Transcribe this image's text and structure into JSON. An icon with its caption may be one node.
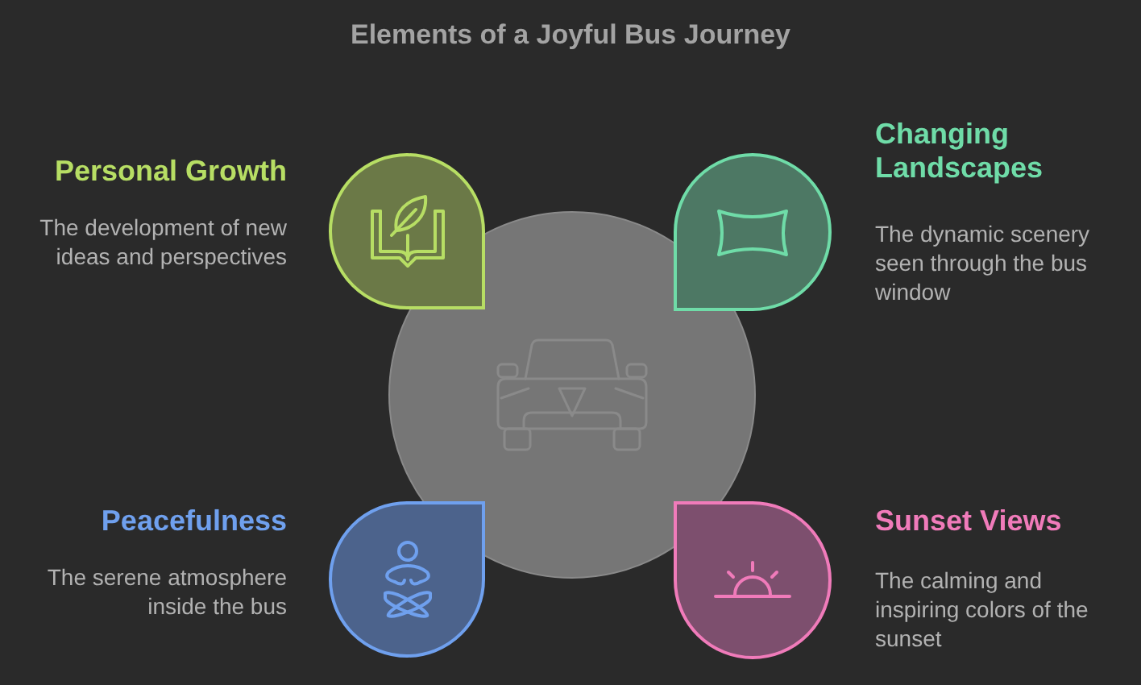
{
  "diagram": {
    "title": "Elements of a Joyful Bus Journey",
    "nodes": [
      {
        "text": [
          "Personal Growth",
          "The development of new ideas and perspectives"
        ]
      },
      {
        "text": [
          "Changing Landscapes",
          "The dynamic scenery seen through the bus window"
        ]
      },
      {
        "text": [],
        "shape": "circle"
      },
      {
        "text": [
          "Peacefulness",
          "The serene atmosphere inside the bus"
        ]
      },
      {
        "text": [
          "Sunset Views",
          "The calming and inspiring colors of the sunset"
        ]
      }
    ]
  }
}
